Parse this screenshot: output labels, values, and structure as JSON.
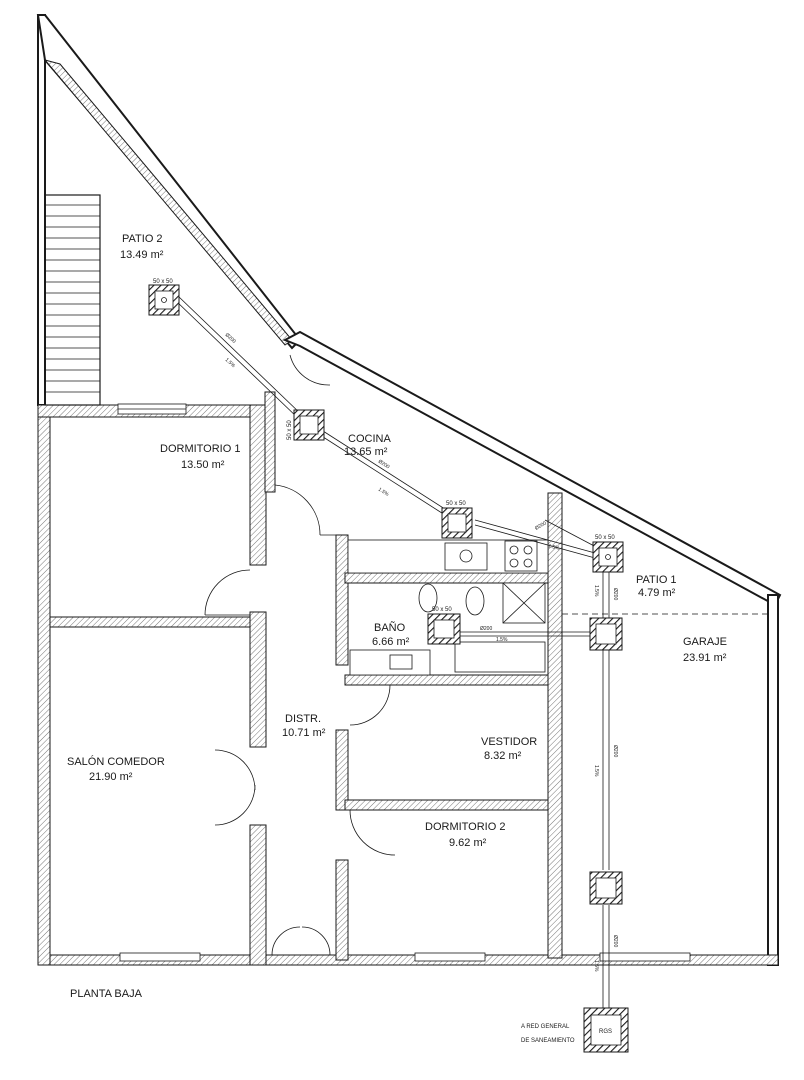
{
  "plan_title": "PLANTA BAJA",
  "rooms": [
    {
      "id": "patio2",
      "name": "PATIO 2",
      "area": "13.49 m²"
    },
    {
      "id": "dormitorio1",
      "name": "DORMITORIO 1",
      "area": "13.50 m²"
    },
    {
      "id": "cocina",
      "name": "COCINA",
      "area": "13.65 m²"
    },
    {
      "id": "patio1",
      "name": "PATIO 1",
      "area": "4.79 m²"
    },
    {
      "id": "garaje",
      "name": "GARAJE",
      "area": "23.91 m²"
    },
    {
      "id": "bano",
      "name": "BAÑO",
      "area": "6.66 m²"
    },
    {
      "id": "distr",
      "name": "DISTR.",
      "area": "10.71 m²"
    },
    {
      "id": "vestidor",
      "name": "VESTIDOR",
      "area": "8.32 m²"
    },
    {
      "id": "salon",
      "name": "SALÓN COMEDOR",
      "area": "21.90 m²"
    },
    {
      "id": "dormitorio2",
      "name": "DORMITORIO 2",
      "area": "9.62 m²"
    }
  ],
  "drainage": {
    "box_size_label": "50 x 50",
    "pipe_diameter": "Ø200",
    "slope": "1.5%",
    "rgs_label": "RGS",
    "sewer_note_line1": "A RED GENERAL",
    "sewer_note_line2": "DE SANEAMIENTO"
  }
}
